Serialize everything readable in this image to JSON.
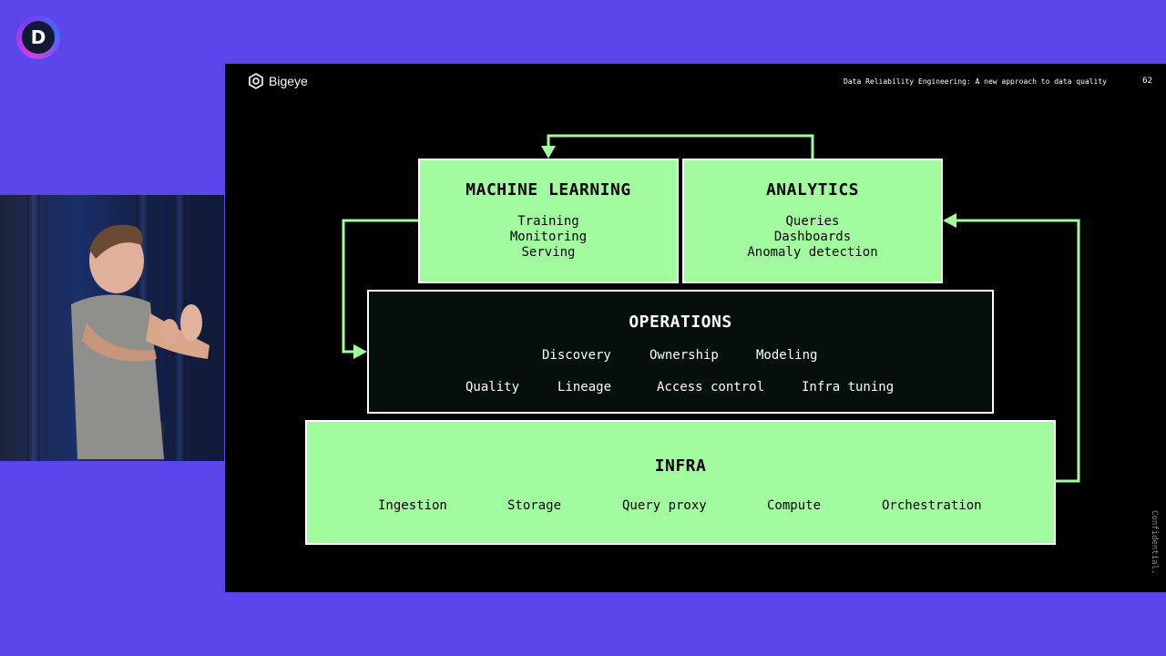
{
  "badge": {
    "letter": "D"
  },
  "slide": {
    "brand": "Bigeye",
    "top_title": "Data Reliability Engineering: A new approach to data quality",
    "page_number": "62",
    "footer_vertical": "Confidential."
  },
  "diagram": {
    "machine_learning": {
      "title": "MACHINE LEARNING",
      "items": [
        "Training",
        "Monitoring",
        "Serving"
      ]
    },
    "analytics": {
      "title": "ANALYTICS",
      "items": [
        "Queries",
        "Dashboards",
        "Anomaly detection"
      ]
    },
    "operations": {
      "title": "OPERATIONS",
      "row1": [
        "Discovery",
        "Ownership",
        "Modeling"
      ],
      "row2": [
        "Quality",
        "Lineage",
        "Access control",
        "Infra tuning"
      ]
    },
    "infra": {
      "title": "INFRA",
      "items": [
        "Ingestion",
        "Storage",
        "Query proxy",
        "Compute",
        "Orchestration"
      ]
    }
  },
  "colors": {
    "accent_green": "#a2fc9f",
    "background_purple": "#5a46ea",
    "slide_bg": "#000000"
  }
}
